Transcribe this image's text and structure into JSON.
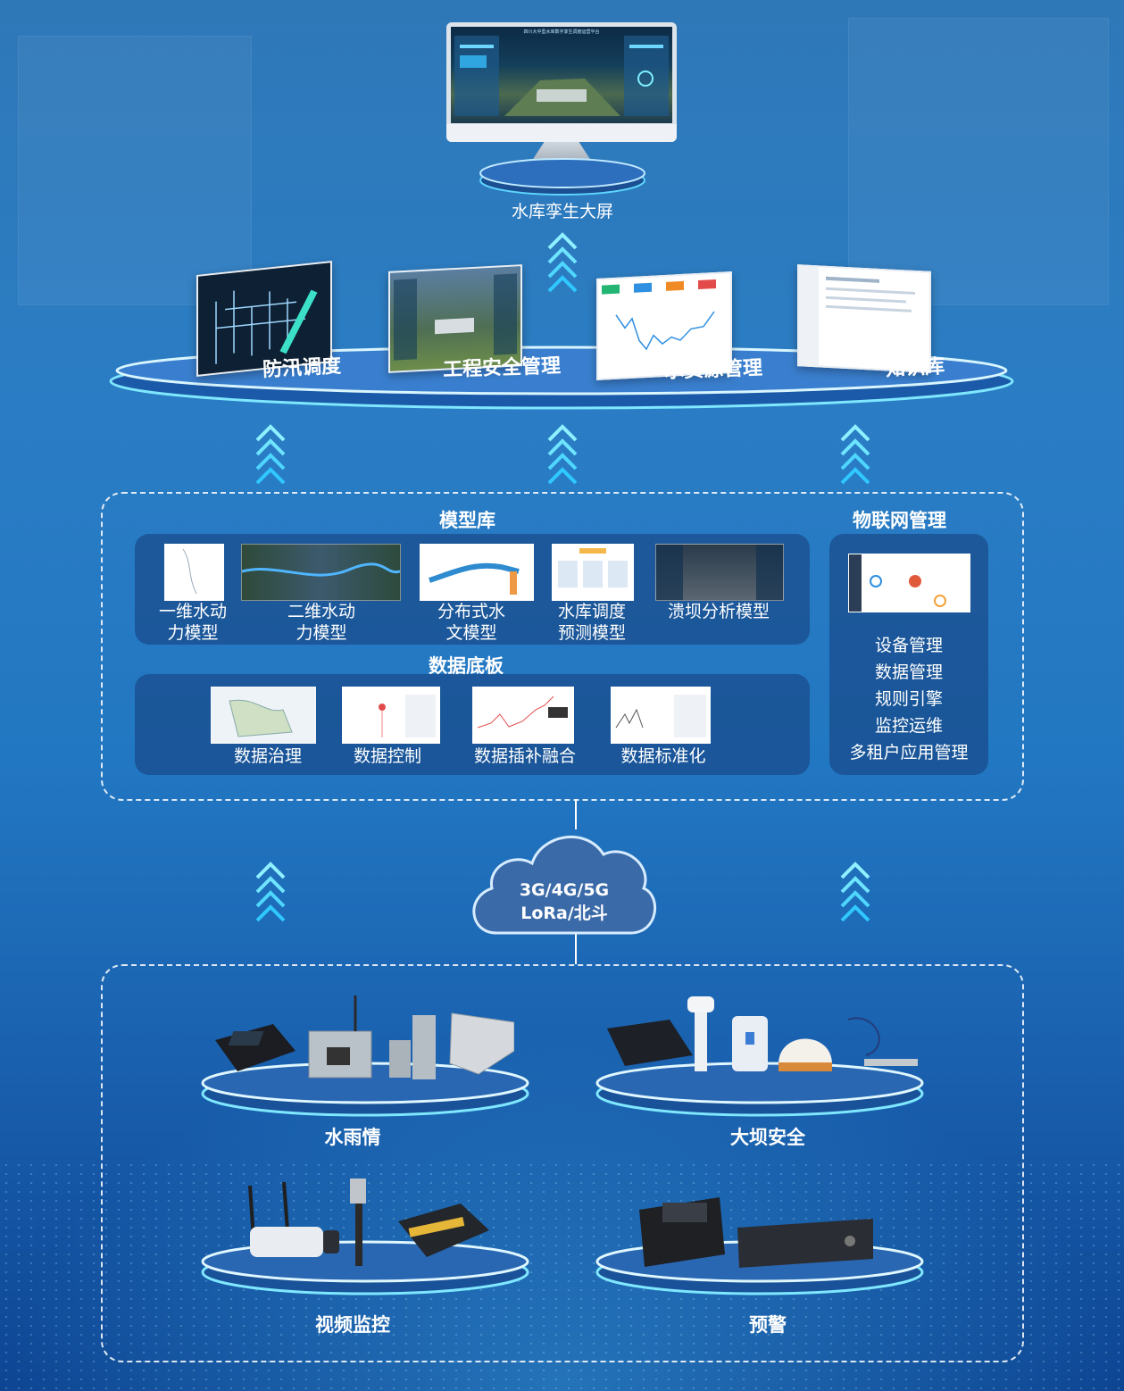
{
  "top": {
    "label": "水库孪生大屏",
    "screen_title": "四川大中型水库数字孪生调度运营平台"
  },
  "apps": [
    {
      "label": "防汛调度"
    },
    {
      "label": "工程安全管理"
    },
    {
      "label": "水资源管理"
    },
    {
      "label": "知识库"
    }
  ],
  "model_lib": {
    "title": "模型库",
    "items": [
      {
        "line1": "一维水动",
        "line2": "力模型"
      },
      {
        "line1": "二维水动",
        "line2": "力模型"
      },
      {
        "line1": "分布式水",
        "line2": "文模型"
      },
      {
        "line1": "水库调度",
        "line2": "预测模型"
      },
      {
        "line1": "溃坝分析模型",
        "line2": ""
      }
    ]
  },
  "data_board": {
    "title": "数据底板",
    "items": [
      "数据治理",
      "数据控制",
      "数据插补融合",
      "数据标准化"
    ]
  },
  "iot": {
    "title": "物联网管理",
    "items": [
      "设备管理",
      "数据管理",
      "规则引擎",
      "监控运维",
      "多租户应用管理"
    ]
  },
  "network": {
    "line1": "3G/4G/5G",
    "line2": "LoRa/北斗"
  },
  "devices": [
    {
      "label": "水雨情"
    },
    {
      "label": "大坝安全"
    },
    {
      "label": "视频监控"
    },
    {
      "label": "预警"
    }
  ],
  "colors": {
    "accent": "#6fe4ff",
    "panel": "#1b4f8f",
    "platform": "#2a67b3"
  }
}
